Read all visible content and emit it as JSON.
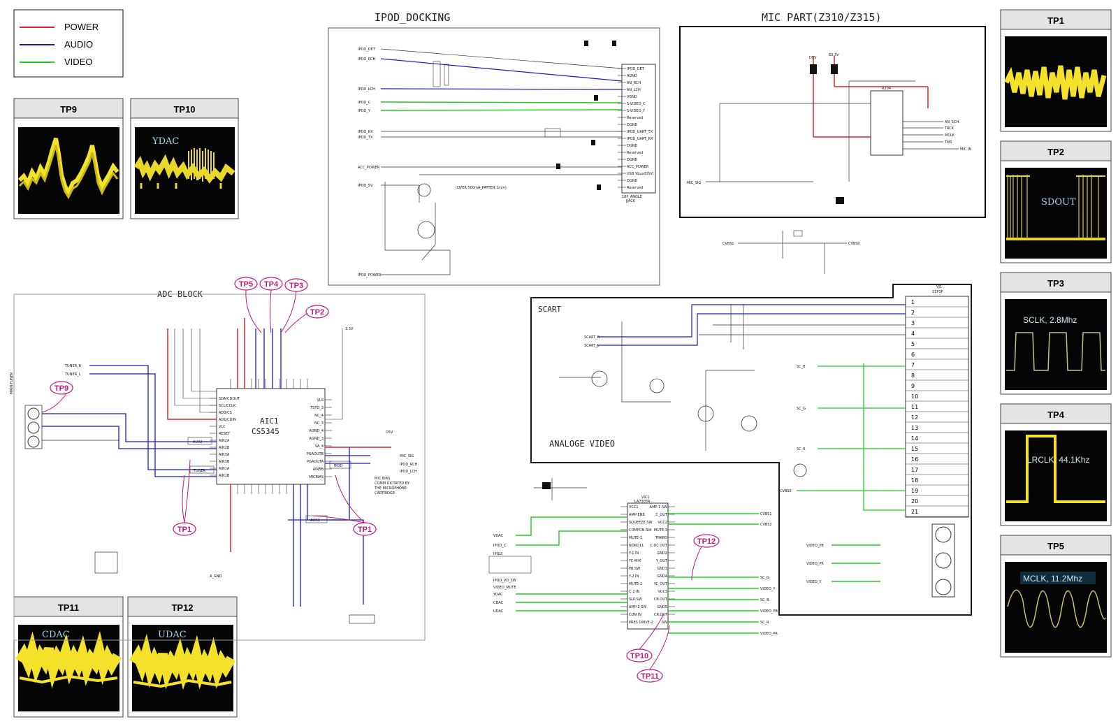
{
  "legend": {
    "items": [
      {
        "label": "POWER",
        "color": "#e0202a"
      },
      {
        "label": "AUDIO",
        "color": "#1a1ac8"
      },
      {
        "label": "VIDEO",
        "color": "#22cc22"
      }
    ]
  },
  "blocks": {
    "ipod": "IPOD_DOCKING",
    "mic": "MIC PART(Z310/Z315)",
    "adc": "ADC BLOCK",
    "scart": "SCART",
    "analog_video": "ANALOGE VIDEO"
  },
  "test_points": {
    "tp1": {
      "name": "TP1"
    },
    "tp2": {
      "name": "TP2",
      "caption": "SDOUT"
    },
    "tp3": {
      "name": "TP3",
      "caption": "SCLK, 2.8Mhz"
    },
    "tp4": {
      "name": "TP4",
      "caption": "LRCLK, 44.1Khz"
    },
    "tp5": {
      "name": "TP5",
      "caption": "MCLK, 11.2Mhz"
    },
    "tp9": {
      "name": "TP9"
    },
    "tp10": {
      "name": "TP10",
      "caption": "YDAC"
    },
    "tp11": {
      "name": "TP11",
      "caption": "CDAC"
    },
    "tp12": {
      "name": "TP12",
      "caption": "UDAC"
    }
  },
  "callouts": [
    "TP5",
    "TP4",
    "TP3",
    "TP2",
    "TP9",
    "TP1",
    "TP1",
    "TP12",
    "TP10",
    "TP11"
  ],
  "ipod_connector": {
    "pins": [
      "IPOD_DET",
      "AGND",
      "AN_RCH",
      "AN_LCH",
      "VGND",
      "S-VIDEO_C",
      "S-VIDEO_Y",
      "Reserved",
      "DGND",
      "IPOD_UART_TX",
      "IPOD_UART_RX",
      "DGND",
      "Reserved",
      "DGND",
      "ACC_POWER",
      "USB Vbus(D5V)",
      "DGND",
      "Reserved"
    ],
    "note": "(OVER 500mA_PATTEN 1mm)",
    "angle": "18P_ANGLE\nJJACK"
  },
  "ipod_signals": [
    "IPOD_DET",
    "IPOD_RCH",
    "IPOD_LCH",
    "IPOD_C",
    "IPOD_Y",
    "IPOD_RX",
    "IPOD_TX",
    "ACC_POWER",
    "IPOD_5V",
    "IPOD_POWER"
  ],
  "adc_chip": {
    "name": "AIC1",
    "part": "CS5345"
  },
  "adc_right_pins": [
    "VLS",
    "TSTO_3",
    "NC_4",
    "NC_3",
    "AGND_4",
    "AGND_3",
    "VA_4",
    "PGAOUTB",
    "PGAOUTA",
    "AIN5B",
    "MICBIAS"
  ],
  "adc_left_pins": [
    "SDA/CDOUT",
    "SCL/CCLK",
    "AD0/CS",
    "AD1/CDIN",
    "VLC",
    "RESET",
    "AIN2A",
    "AIN2B",
    "AIN3A",
    "AIN3B",
    "AIN1A",
    "AIN1B"
  ],
  "adc_tags": [
    "AUX2",
    "TUNER",
    "AUX1",
    "IPOD"
  ],
  "adc_nets": [
    "TUNER_R",
    "TUNER_L",
    "MAIN-TUNER",
    "MIC_SIG",
    "IPOD_RCH",
    "IPOD_LCH",
    "D5V",
    "A_GND",
    "3.3V"
  ],
  "adc_note": "MIC BIAS\nCOMM DICTATED BY\nTHE MICROPHONE\nCARTRIDGE",
  "scart_connector": {
    "name": "VJ1",
    "type": "21P3P",
    "pins": [
      "1",
      "2",
      "3",
      "4",
      "5",
      "6",
      "7",
      "8",
      "9",
      "10",
      "11",
      "12",
      "13",
      "14",
      "15",
      "16",
      "17",
      "18",
      "19",
      "20",
      "21"
    ]
  },
  "video_chip": {
    "name": "VIC1",
    "part": "LA73054",
    "left_pins": [
      "VCC1",
      "AMP-ENB",
      "SQUEEZE-SW",
      "COMPON-SW",
      "MUTE-1",
      "NORD11",
      "Y-1 IN",
      "YC-MIX",
      "PB.SW",
      "Y-2 IN",
      "MUTE-2",
      "C-2 IN",
      "SLP-SW",
      "AMP-2 SW",
      "CON IN",
      "PRES DRIVE-2"
    ],
    "right_pins": [
      "AMP-1 SW",
      "C_OUT",
      "VCC2",
      "MUTE-3",
      "TRKRD",
      "C.DC OUT",
      "GND2",
      "Y_OUT",
      "GND3",
      "GND4",
      "YC_OUT",
      "VCC3",
      "CB.OUT",
      "GND5",
      "CR.OUT",
      "SW"
    ]
  },
  "video_nets_left": [
    "VDAC",
    "IPOD_C",
    "IPOLY",
    "IPOD_VD_SW",
    "VIDEO_MUTE",
    "YDAC",
    "CDAC",
    "UDAC"
  ],
  "video_nets_right": [
    "CVBS1",
    "CVBS2",
    "SC_G",
    "VIDEO_Y",
    "SC_B",
    "VIDEO_PB",
    "SC_R",
    "VIDEO_PR"
  ],
  "scart_nets": [
    "SCART_R",
    "SCART_L",
    "SC_B",
    "SC_G",
    "SC_R",
    "CVBS0",
    "VIDEO_PB",
    "VIDEO_PR",
    "VIDEO_Y"
  ],
  "mic_nets": [
    "D5V",
    "E3.3V",
    "MIC_SIG",
    "AN_SCH",
    "TRCK",
    "MCLK",
    "TMS",
    "MIC IN"
  ],
  "mic_chip": "R204",
  "cvbs_nets": [
    "CVBS1",
    "CVBS0"
  ],
  "chart_nothing": ""
}
